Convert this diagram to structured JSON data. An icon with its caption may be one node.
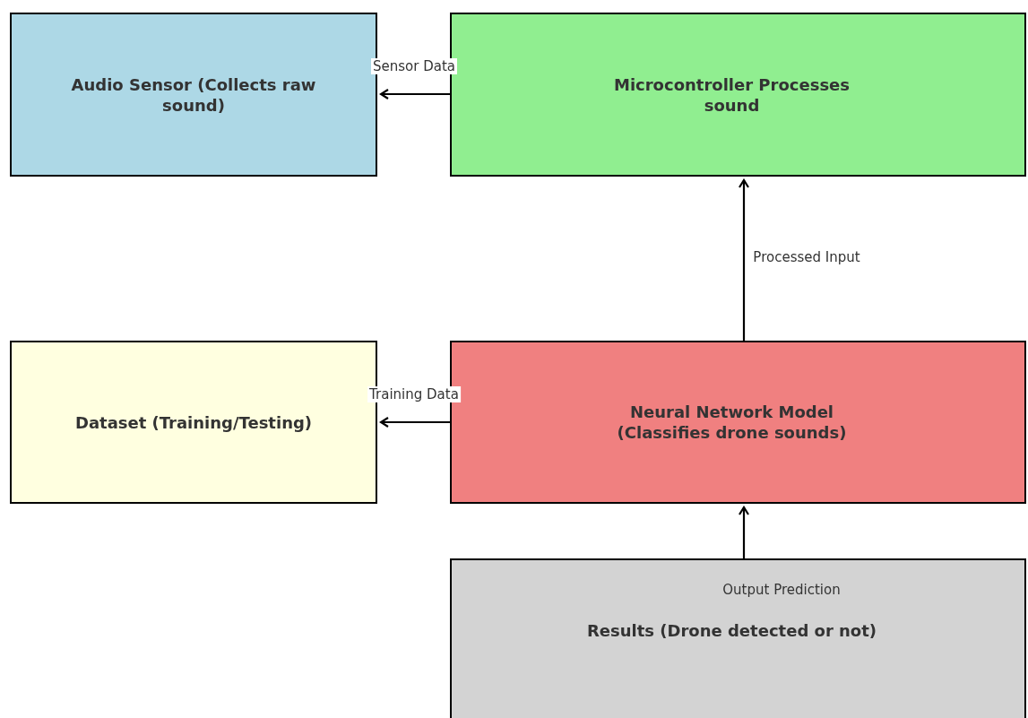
{
  "diagram": {
    "nodes": [
      {
        "text": [
          "Audio Sensor (Collects raw sound)"
        ]
      },
      {
        "text": [
          "Microcontroller Processes sound"
        ]
      },
      {
        "text": [
          "Dataset (Training/Testing)"
        ]
      },
      {
        "text": [
          "Neural Network Model (Classifies drone sounds)"
        ]
      },
      {
        "text": [
          "Results (Drone detected or not)"
        ]
      }
    ],
    "edges": [
      {
        "from": 1,
        "to": 0,
        "arrow": "to",
        "label": "Sensor Data"
      },
      {
        "from": 3,
        "to": 1,
        "arrow": "to",
        "label": "Processed Input"
      },
      {
        "from": 3,
        "to": 2,
        "arrow": "to",
        "label": "Training Data"
      },
      {
        "from": 4,
        "to": 3,
        "arrow": "to",
        "label": "Output Prediction"
      }
    ]
  }
}
